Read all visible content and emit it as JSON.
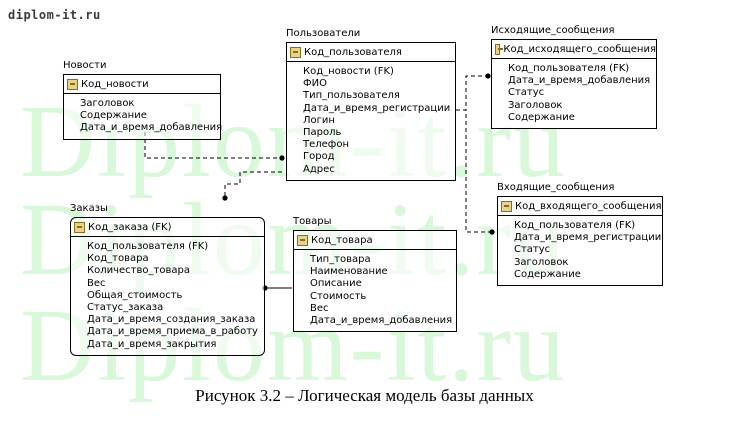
{
  "site_label": "diplom-it.ru",
  "watermark": "Diplom-it.ru",
  "caption": "Рисунок 3.2 – Логическая модель базы данных",
  "entities": {
    "news": {
      "title": "Новости",
      "key": "Код_новости",
      "attrs": [
        "Заголовок",
        "Содержание",
        "Дата_и_время_добавления"
      ]
    },
    "users": {
      "title": "Пользователи",
      "key": "Код_пользователя",
      "attrs": [
        "Код_новости (FK)",
        "ФИО",
        "Тип_пользователя",
        "Дата_и_время_регистрации",
        "Логин",
        "Пароль",
        "Телефон",
        "Город",
        "Адрес"
      ]
    },
    "outgoing": {
      "title": "Исходящие_сообщения",
      "key": "Код_исходящего_сообщения",
      "attrs": [
        "Код_пользователя (FK)",
        "Дата_и_время_добавления",
        "Статус",
        "Заголовок",
        "Содержание"
      ]
    },
    "incoming": {
      "title": "Входящие_сообщения",
      "key": "Код_входящего_сообщения",
      "attrs": [
        "Код_пользователя (FK)",
        "Дата_и_время_регистрации",
        "Статус",
        "Заголовок",
        "Содержание"
      ]
    },
    "orders": {
      "title": "Заказы",
      "key": "Код_заказа (FK)",
      "attrs": [
        "Код_пользователя (FK)",
        "Код_товара",
        "Количество_товара",
        "Вес",
        "Общая_стоимость",
        "Статус_заказа",
        "Дата_и_время_создания_заказа",
        "Дата_и_время_приема_в_работу",
        "Дата_и_время_закрытия"
      ]
    },
    "goods": {
      "title": "Товары",
      "key": "Код_товара",
      "attrs": [
        "Тип_товара",
        "Наименование",
        "Описание",
        "Стоимость",
        "Вес",
        "Дата_и_время_добавления"
      ]
    }
  }
}
